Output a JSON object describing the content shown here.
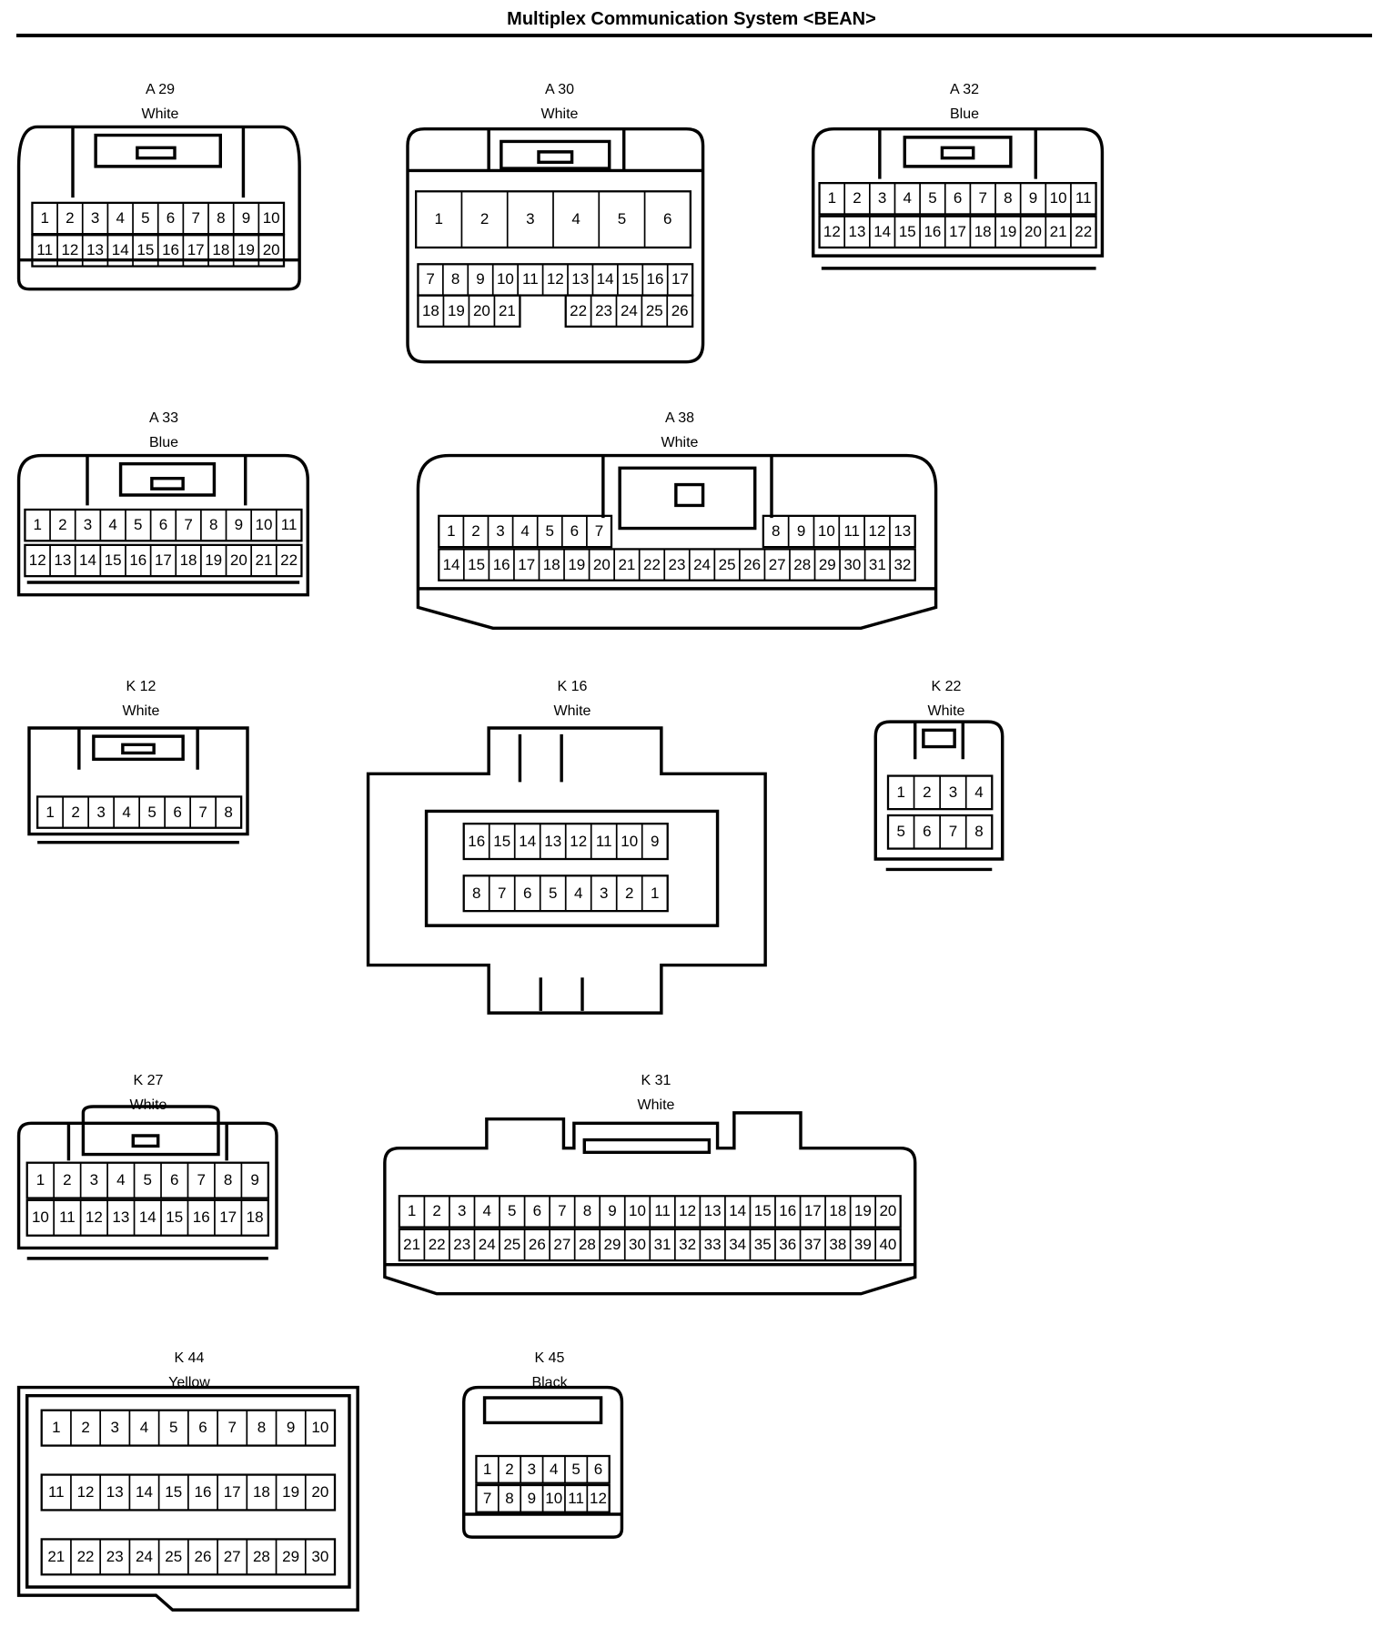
{
  "title": "Multiplex Communication System <BEAN>",
  "connectors": [
    {
      "id": "A 29",
      "color": "White"
    },
    {
      "id": "A 30",
      "color": "White"
    },
    {
      "id": "A 32",
      "color": "Blue"
    },
    {
      "id": "A 33",
      "color": "Blue"
    },
    {
      "id": "A 38",
      "color": "White"
    },
    {
      "id": "K 12",
      "color": "White"
    },
    {
      "id": "K 16",
      "color": "White"
    },
    {
      "id": "K 22",
      "color": "White"
    },
    {
      "id": "K 27",
      "color": "White"
    },
    {
      "id": "K 31",
      "color": "White"
    },
    {
      "id": "K 44",
      "color": "Yellow"
    },
    {
      "id": "K 45",
      "color": "Black"
    }
  ]
}
